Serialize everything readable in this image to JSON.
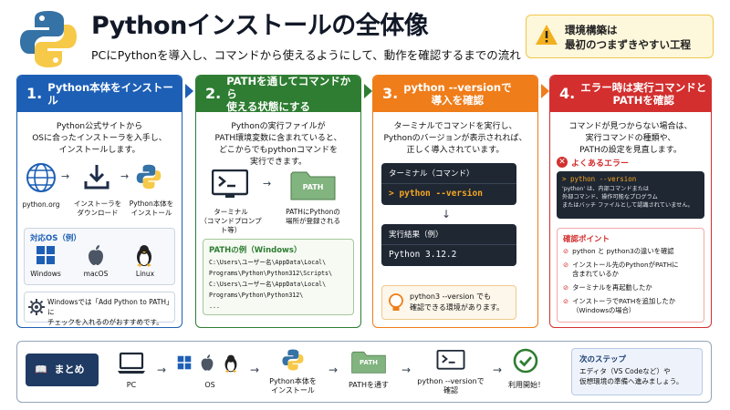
{
  "header": {
    "title": "Pythonインストールの全体像",
    "subtitle": "PCにPythonを導入し、コマンドから使えるようにして、動作を確認するまでの流れ"
  },
  "warning": {
    "line1": "環境構築は",
    "line2": "最初のつまずきやすい工程"
  },
  "steps": [
    {
      "num": "1.",
      "title": "Python本体をインストール",
      "color": "#1d5fb5",
      "desc": "Python公式サイトから\nOSに合ったインストーラを入手し、\nインストールします。",
      "flow": [
        "python.org",
        "インストーラを\nダウンロード",
        "Python本体を\nインストール"
      ],
      "os_title": "対応OS（例）",
      "os": [
        "Windows",
        "macOS",
        "Linux"
      ],
      "note": "Windowsでは「Add Python to PATH」に\nチェックを入れるのがおすすめです。"
    },
    {
      "num": "2.",
      "title": "PATHを通してコマンドから\n使える状態にする",
      "color": "#2e7d32",
      "desc": "Pythonの実行ファイルが\nPATH環境変数に含まれていると、\nどこからでもpythonコマンドを\n実行できます。",
      "terminal_label": "ターミナル\n（コマンドプロンプト等）",
      "path_icon": "PATH",
      "path_label": "PATHにPythonの\n場所が登録される",
      "path_title": "PATHの例（Windows）",
      "path_lines": [
        "C:\\Users\\ユーザー名\\AppData\\Local\\",
        "Programs\\Python\\Python312\\Scripts\\",
        "C:\\Users\\ユーザー名\\AppData\\Local\\",
        "Programs\\Python\\Python312\\",
        "..."
      ]
    },
    {
      "num": "3.",
      "title": "python --versionで\n導入を確認",
      "color": "#ef7d1a",
      "desc": "ターミナルでコマンドを実行し、\nPythonのバージョンが表示されれば、\n正しく導入されています。",
      "term_title": "ターミナル（コマンド）",
      "command": "> python --version",
      "result_title": "実行結果（例）",
      "result": "Python 3.12.2",
      "tip": "python3 --version でも\n確認できる環境があります。"
    },
    {
      "num": "4.",
      "title": "エラー時は実行コマンドと\nPATHを確認",
      "color": "#d32f2f",
      "desc": "コマンドが見つからない場合は、\n実行コマンドの種類や、\nPATHの設定を見直します。",
      "err_title": "よくあるエラー",
      "err_cmd": "> python --version",
      "err_msg": "'python' は、内部コマンドまたは\n外部コマンド、操作可能なプログラム\nまたはバッチ ファイルとして認識されていません。",
      "check_title": "確認ポイント",
      "checks": [
        "python と python3の違いを確認",
        "インストール先のPythonがPATHに\n含まれているか",
        "ターミナルを再起動したか",
        "インストーラでPATHを追加したか\n（Windowsの場合）"
      ]
    }
  ],
  "summary": {
    "label": "まとめ",
    "flow": [
      "PC",
      "OS",
      "Python本体を\nインストール",
      "PATHを通す",
      "python --versionで\n確認",
      "利用開始！"
    ],
    "next_title": "次のステップ",
    "next_text": "エディタ（VS Codeなど）や\n仮想環境の準備へ進みましょう。"
  }
}
